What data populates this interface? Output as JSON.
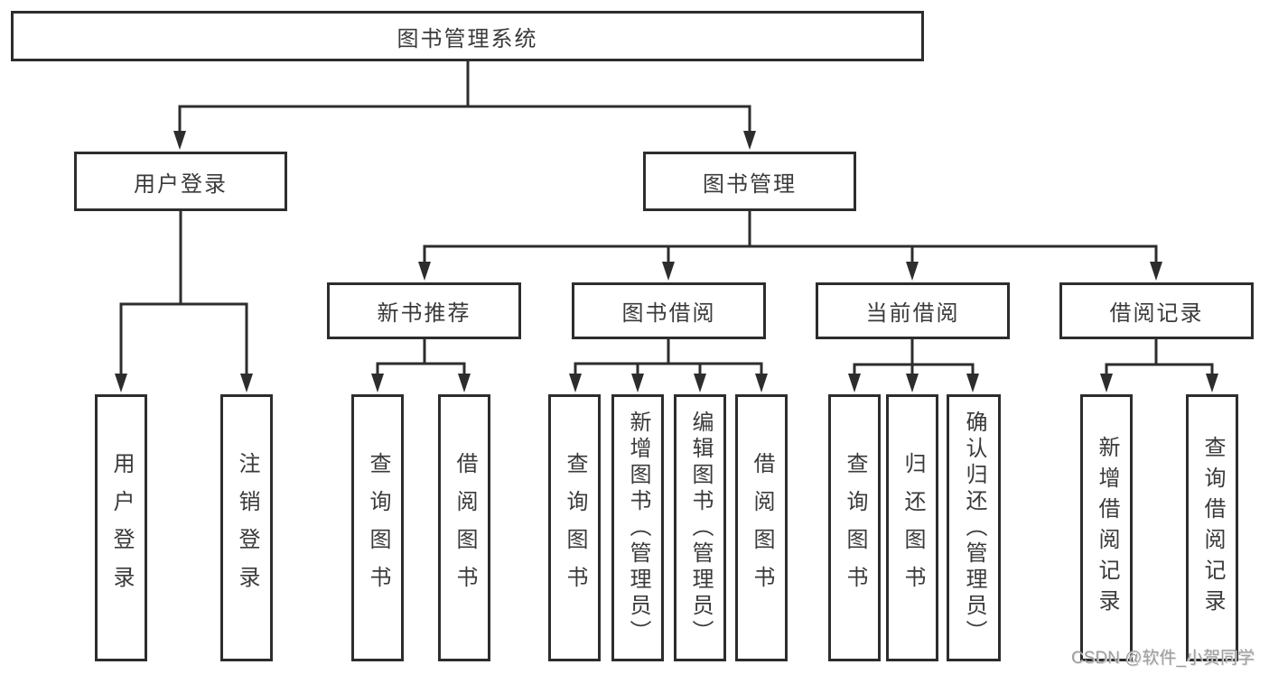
{
  "root": {
    "label": "图书管理系统"
  },
  "user_login": {
    "label": "用户登录",
    "children": [
      {
        "label": "用户登录"
      },
      {
        "label": "注销登录"
      }
    ]
  },
  "book_management": {
    "label": "图书管理",
    "groups": [
      {
        "label": "新书推荐",
        "children": [
          {
            "label": "查询图书"
          },
          {
            "label": "借阅图书"
          }
        ]
      },
      {
        "label": "图书借阅",
        "children": [
          {
            "label": "查询图书"
          },
          {
            "label": "新增图书（管理员）"
          },
          {
            "label": "编辑图书（管理员）"
          },
          {
            "label": "借阅图书"
          }
        ]
      },
      {
        "label": "当前借阅",
        "children": [
          {
            "label": "查询图书"
          },
          {
            "label": "归还图书"
          },
          {
            "label": "确认归还（管理员）"
          }
        ]
      },
      {
        "label": "借阅记录",
        "children": [
          {
            "label": "新增借阅记录"
          },
          {
            "label": "查询借阅记录"
          }
        ]
      }
    ]
  },
  "watermark": {
    "text": "CSDN @软件_小贺同学"
  },
  "colors": {
    "line": "#2d2d2d",
    "text": "#3a3a3a",
    "watermark": "#9e9e9e",
    "background": "#ffffff"
  }
}
